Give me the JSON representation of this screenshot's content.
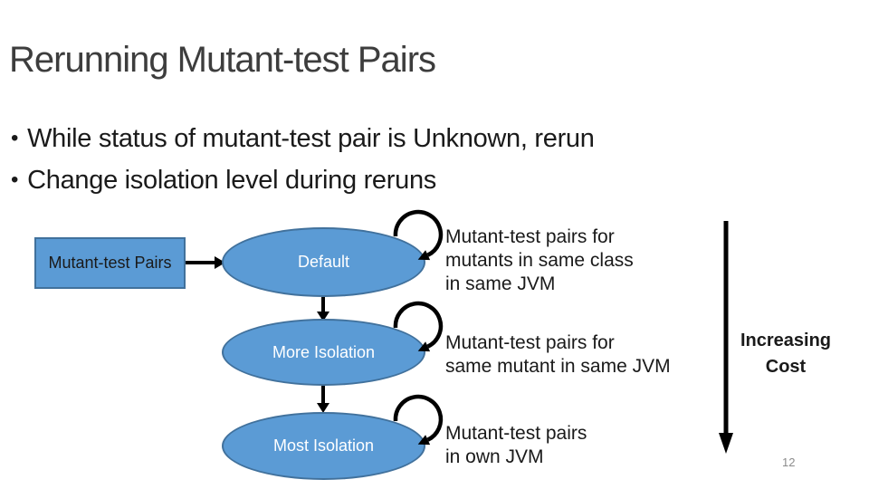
{
  "slide": {
    "title": "Rerunning Mutant-test Pairs",
    "bullet_char": "•",
    "bullets": [
      "While status of mutant-test pair is Unknown, rerun",
      "Change isolation level during reruns"
    ],
    "page_number": "12"
  },
  "diagram": {
    "source_box_label": "Mutant-test Pairs",
    "levels": [
      {
        "label": "Default",
        "description": "Mutant-test pairs for\nmutants in same class\nin same JVM"
      },
      {
        "label": "More Isolation",
        "description": "Mutant-test pairs for\nsame mutant in same JVM"
      },
      {
        "label": "Most Isolation",
        "description": "Mutant-test pairs\nin own JVM"
      }
    ],
    "cost_label": "Increasing\nCost"
  },
  "colors": {
    "shape_fill": "#5B9BD5",
    "shape_border": "#41719C",
    "arrow_black": "#000000",
    "title_text": "#3d3d3d",
    "body_text": "#1a1a1a",
    "ellipse_text": "#FFFFFF",
    "page_number_text": "#8c8c8c",
    "background": "#FFFFFF"
  }
}
